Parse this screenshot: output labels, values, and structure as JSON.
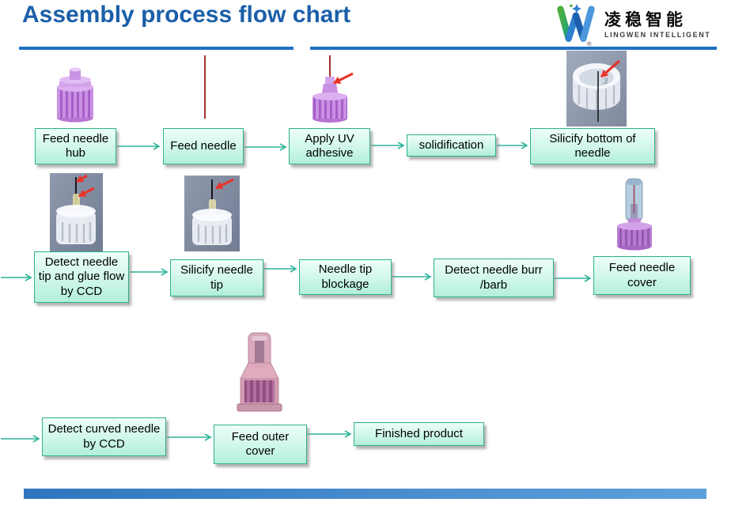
{
  "header": {
    "title": "Assembly process flow chart",
    "logo": {
      "name_cn": "凌稳智能",
      "name_en": "LINGWEN INTELLIGENT",
      "registered_mark": "®"
    }
  },
  "flow": {
    "rows": [
      {
        "steps": [
          {
            "label": "Feed needle hub"
          },
          {
            "label": "Feed needle"
          },
          {
            "label": "Apply UV adhesive"
          },
          {
            "label": "solidification"
          },
          {
            "label": "Silicify bottom of needle"
          }
        ]
      },
      {
        "steps": [
          {
            "label": "Detect needle tip and glue flow by CCD"
          },
          {
            "label": "Silicify needle tip"
          },
          {
            "label": "Needle tip blockage"
          },
          {
            "label": "Detect needle burr /barb"
          },
          {
            "label": "Feed needle cover"
          }
        ]
      },
      {
        "steps": [
          {
            "label": "Detect curved needle by CCD"
          },
          {
            "label": "Feed outer cover"
          },
          {
            "label": "Finished product"
          }
        ]
      }
    ]
  },
  "images": {
    "needle_hub_render": "purple needle hub 3D render",
    "needle_render": "straight needle",
    "uv_adhesive_render": "needle hub with needle and red pointer arrow",
    "silicify_bottom_photo": "translucent hub bottom photo with red pointer arrow and 3 mark",
    "ccd_glue_photo": "needle tip and glue flow photo with two red pointer arrows",
    "needle_tip_photo": "needle tip photo with red pointer arrow",
    "needle_cover_render": "needle cover 3D render",
    "outer_cover_render": "pink outer cover 3D render",
    "photo_mark": "3"
  },
  "colors": {
    "title_blue": "#1B5FA8",
    "rule_blue": "#1E6FC4",
    "box_border": "#2EB18F",
    "box_fill_top": "#EDFFF8",
    "box_fill_bottom": "#B2EFD9",
    "arrow_teal": "#2EB49A",
    "pointer_red": "#E8332A",
    "needle_red": "#A33030",
    "render_purple": "#C98FE4",
    "photo_background": "#8C96A9",
    "footer_left": "#2F76BE",
    "footer_right": "#5EA0DC"
  }
}
